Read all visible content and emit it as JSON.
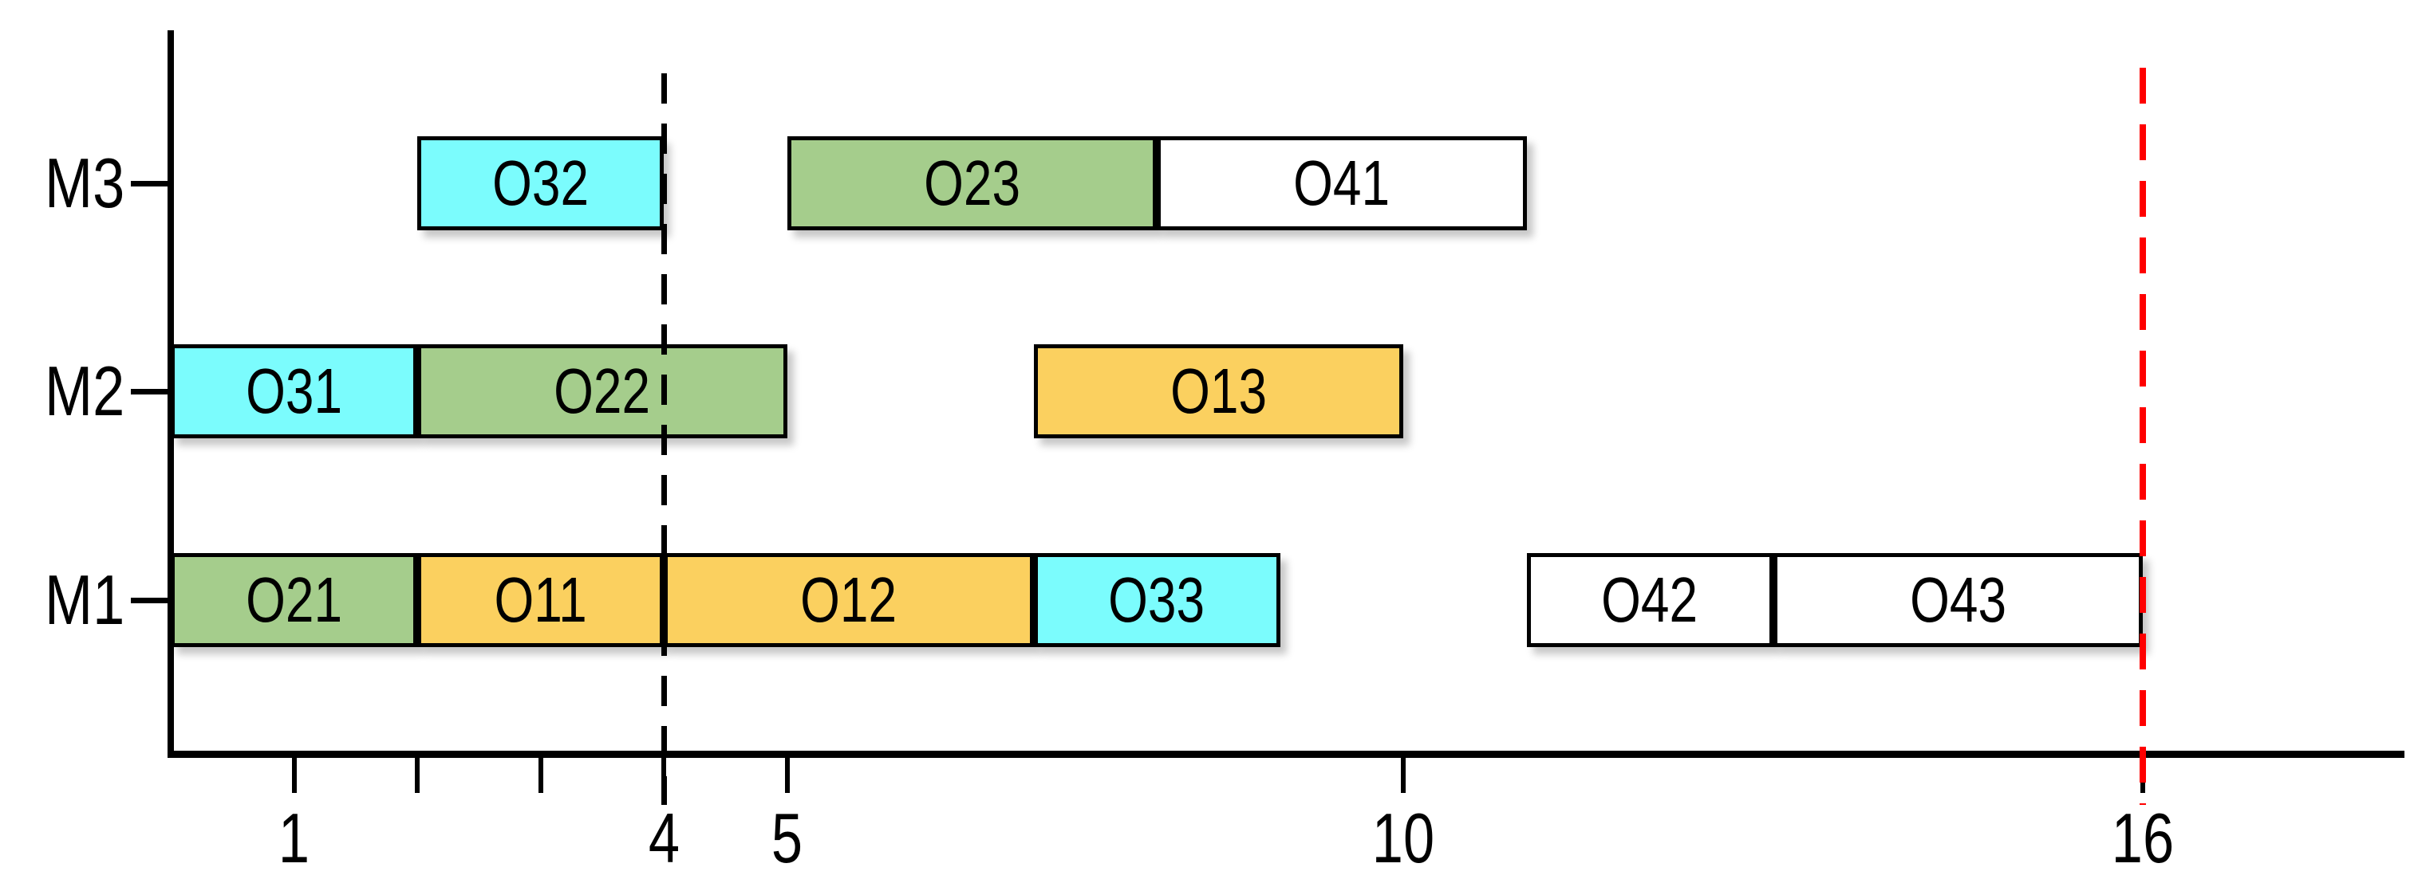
{
  "chart_data": {
    "type": "gantt",
    "title": "",
    "xlabel": "",
    "ylabel": "",
    "xlim": [
      0,
      18.2
    ],
    "grid": false,
    "machines": [
      "M3",
      "M2",
      "M1"
    ],
    "xticks": [
      {
        "t": 1,
        "label": "1"
      },
      {
        "t": 2,
        "label": ""
      },
      {
        "t": 3,
        "label": ""
      },
      {
        "t": 4,
        "label": "4"
      },
      {
        "t": 5,
        "label": "5"
      },
      {
        "t": 10,
        "label": "10"
      },
      {
        "t": 16,
        "label": "16"
      }
    ],
    "colors": {
      "job1": "#fbd05f",
      "job2": "#a5cd8c",
      "job3": "#7bfcfd",
      "job4": "#ffffff",
      "border": "#000000",
      "marker_time": "#000000",
      "marker_makespan": "#ff0000"
    },
    "operations": [
      {
        "machine": "M3",
        "label": "O32",
        "start": 2,
        "end": 4,
        "color": "job3"
      },
      {
        "machine": "M3",
        "label": "O23",
        "start": 5,
        "end": 8,
        "color": "job2"
      },
      {
        "machine": "M3",
        "label": "O41",
        "start": 8,
        "end": 11,
        "color": "job4"
      },
      {
        "machine": "M2",
        "label": "O31",
        "start": 0,
        "end": 2,
        "color": "job3"
      },
      {
        "machine": "M2",
        "label": "O22",
        "start": 2,
        "end": 5,
        "color": "job2"
      },
      {
        "machine": "M2",
        "label": "O13",
        "start": 7,
        "end": 10,
        "color": "job1"
      },
      {
        "machine": "M1",
        "label": "O21",
        "start": 0,
        "end": 2,
        "color": "job2"
      },
      {
        "machine": "M1",
        "label": "O11",
        "start": 2,
        "end": 4,
        "color": "job1"
      },
      {
        "machine": "M1",
        "label": "O12",
        "start": 4,
        "end": 7,
        "color": "job1"
      },
      {
        "machine": "M1",
        "label": "O33",
        "start": 7,
        "end": 9,
        "color": "job3"
      },
      {
        "machine": "M1",
        "label": "O42",
        "start": 11,
        "end": 13,
        "color": "job4"
      },
      {
        "machine": "M1",
        "label": "O43",
        "start": 13,
        "end": 16,
        "color": "job4"
      }
    ],
    "markers": [
      {
        "t": 4,
        "color": "#000000",
        "name": "time-marker-t4"
      },
      {
        "t": 16,
        "color": "#ff0000",
        "name": "makespan-marker-t16"
      }
    ]
  }
}
